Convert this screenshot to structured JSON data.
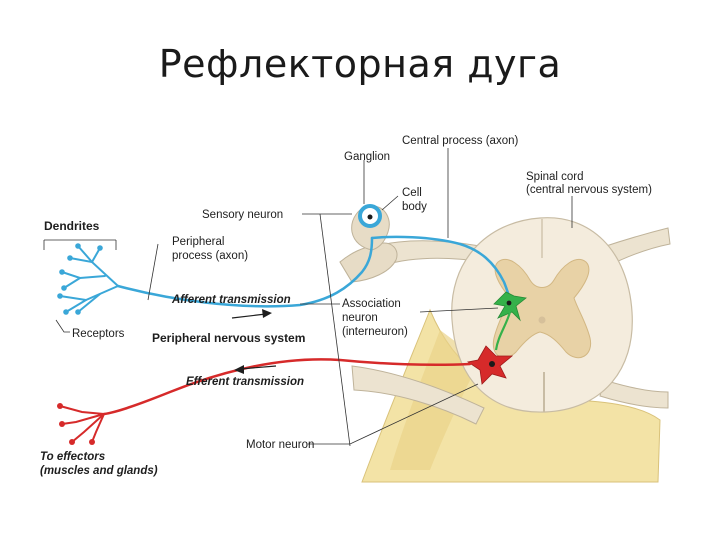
{
  "slide": {
    "title": "Рефлекторная дуга"
  },
  "labels": {
    "dendrites": "Dendrites",
    "sensory_neuron": "Sensory neuron",
    "ganglion": "Ganglion",
    "central_process": "Central process (axon)",
    "cell_body_1": "Cell",
    "cell_body_2": "body",
    "spinal_cord_1": "Spinal cord",
    "spinal_cord_2": "(central nervous system)",
    "peripheral_process_1": "Peripheral",
    "peripheral_process_2": "process (axon)",
    "afferent_transmission": "Afferent transmission",
    "association_neuron_1": "Association",
    "association_neuron_2": "neuron",
    "association_neuron_3": "(interneuron)",
    "receptors": "Receptors",
    "peripheral_nervous_system": "Peripheral nervous system",
    "efferent_transmission": "Efferent transmission",
    "motor_neuron": "Motor neuron",
    "to_effectors_1": "To effectors",
    "to_effectors_2": "(muscles and glands)"
  },
  "colors": {
    "sensory_neuron": "#3aa7d8",
    "association_neuron": "#35b14a",
    "motor_neuron": "#d62a2a",
    "nerve_tissue": "#efe6d4",
    "gray_matter": "#e6cfa4",
    "cord_cut": "#f2dfa0"
  }
}
